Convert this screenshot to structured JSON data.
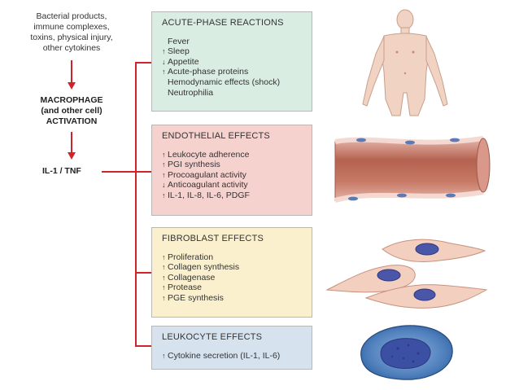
{
  "triggers": [
    "Bacterial products,",
    "immune complexes,",
    "toxins, physical injury,",
    "other cytokines"
  ],
  "activation": [
    "MACROPHAGE",
    "(and other cell)",
    "ACTIVATION"
  ],
  "mediator": "IL-1 / TNF",
  "colors": {
    "arrow": "#d0232a",
    "acute_box": "#d9ede2",
    "endothelial_box": "#f6d2cf",
    "fibroblast_box": "#fbf0cd",
    "leukocyte_box": "#d6e3ef"
  },
  "boxes": [
    {
      "title": "ACUTE-PHASE REACTIONS",
      "items": [
        {
          "arrow": "",
          "text": "Fever"
        },
        {
          "arrow": "↑",
          "text": "Sleep"
        },
        {
          "arrow": "↓",
          "text": "Appetite"
        },
        {
          "arrow": "↑",
          "text": "Acute-phase proteins"
        },
        {
          "arrow": "",
          "text": "Hemodynamic effects (shock)"
        },
        {
          "arrow": "",
          "text": "Neutrophilia"
        }
      ]
    },
    {
      "title": "ENDOTHELIAL EFFECTS",
      "items": [
        {
          "arrow": "↑",
          "text": "Leukocyte adherence"
        },
        {
          "arrow": "↑",
          "text": "PGI synthesis"
        },
        {
          "arrow": "↑",
          "text": "Procoagulant activity"
        },
        {
          "arrow": "↓",
          "text": "Anticoagulant activity"
        },
        {
          "arrow": "↑",
          "text": "IL-1, IL-8, IL-6, PDGF"
        }
      ]
    },
    {
      "title": "FIBROBLAST EFFECTS",
      "items": [
        {
          "arrow": "↑",
          "text": "Proliferation"
        },
        {
          "arrow": "↑",
          "text": "Collagen synthesis"
        },
        {
          "arrow": "↑",
          "text": "Collagenase"
        },
        {
          "arrow": "↑",
          "text": "Protease"
        },
        {
          "arrow": "↑",
          "text": "PGE synthesis"
        }
      ]
    },
    {
      "title": "LEUKOCYTE EFFECTS",
      "items": [
        {
          "arrow": "↑",
          "text": "Cytokine secretion (IL-1, IL-6)"
        }
      ]
    }
  ]
}
